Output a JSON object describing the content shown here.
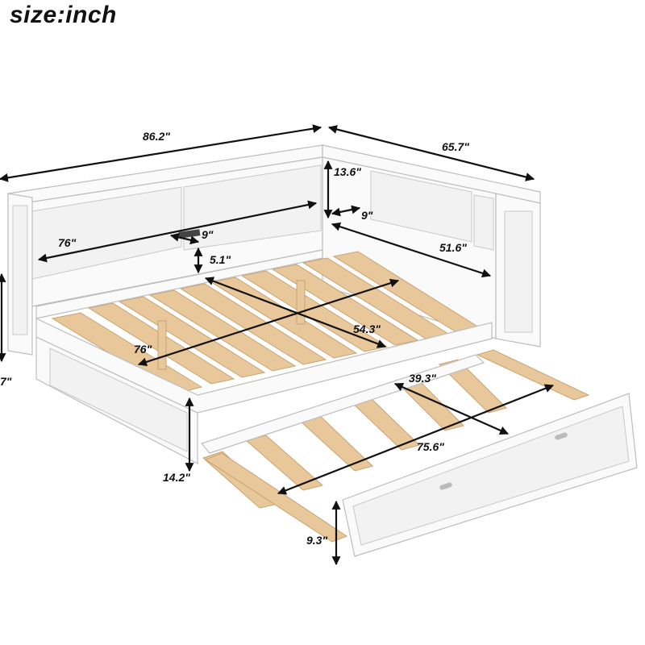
{
  "title": "size:inch",
  "dimensions": {
    "overall_length": "86.2\"",
    "overall_width": "65.7\"",
    "side_height": "13.6\"",
    "side_depth": "9\"",
    "side_shelf_length": "51.6\"",
    "back_shelf_length": "76\"",
    "back_shelf_depth": "9\"",
    "shelf_gap": "5.1\"",
    "mattress_width": "54.3\"",
    "mattress_length": "76\"",
    "overall_height_partial": "7\"",
    "frame_height": "14.2\"",
    "trundle_width": "39.3\"",
    "trundle_length": "75.6\"",
    "trundle_height": "9.3\""
  }
}
